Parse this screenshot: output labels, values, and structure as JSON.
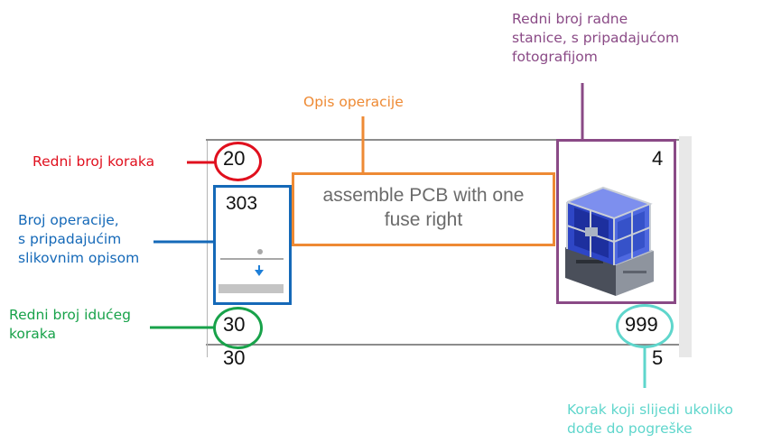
{
  "annotations": {
    "step_number": "Redni broj koraka",
    "operation_desc": "Opis operacije",
    "operation_number": [
      "Broj operacije,",
      "s pripadajućim",
      "slikovnim opisom"
    ],
    "next_step": [
      "Redni broj idućeg",
      "koraka"
    ],
    "station": [
      "Redni broj radne",
      "stanice, s pripadajućom",
      "fotografijom"
    ],
    "error_step": [
      "Korak koji slijedi ukoliko",
      "dođe do pogreške"
    ]
  },
  "row": {
    "step": "20",
    "operation": "303",
    "description_lines": [
      "assemble PCB with one",
      "fuse right"
    ],
    "station": "4",
    "next_step": "30",
    "error_step": "999",
    "next_row_step": "30",
    "next_row_station": "5"
  },
  "colors": {
    "red": "#e0101e",
    "orange": "#ee8a34",
    "blue": "#1569b8",
    "green": "#18a24a",
    "purple": "#8a4a86",
    "cyan": "#5fd6cc"
  },
  "icons": {
    "operation_icon": "press-down-arrow-icon",
    "station_photo": "workstation-machine-icon"
  }
}
